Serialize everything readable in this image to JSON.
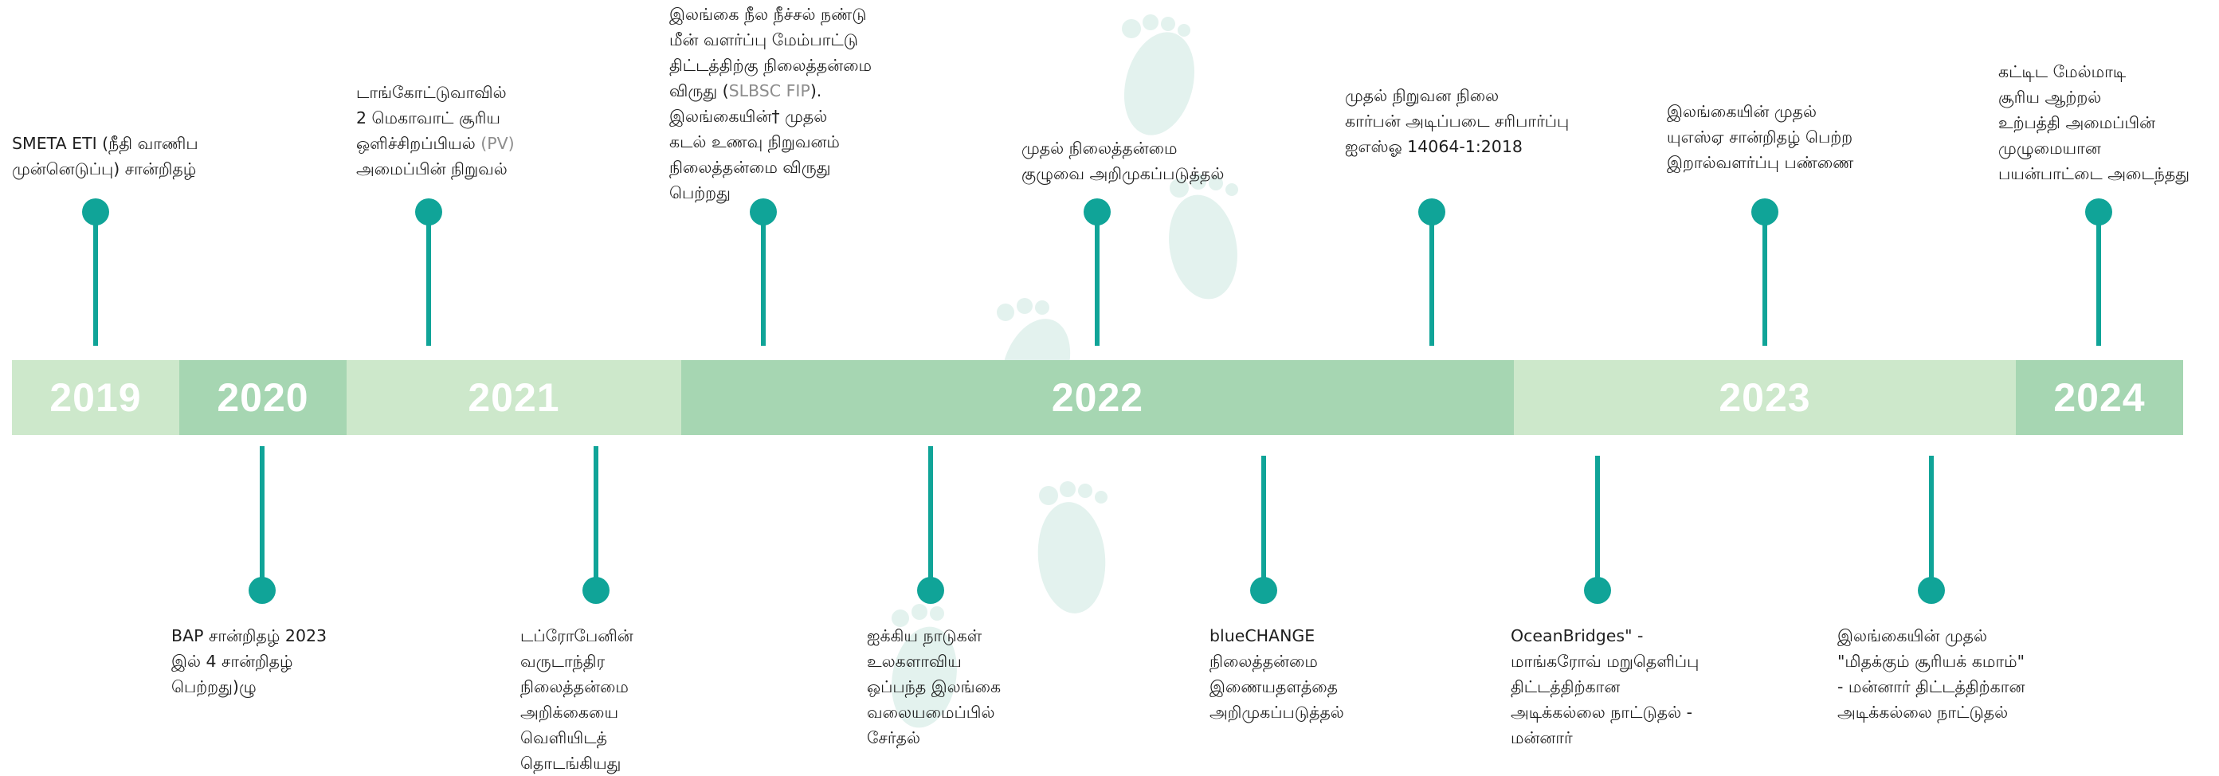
{
  "colors": {
    "accent": "#10a498",
    "band_light": "#cde8cb",
    "band_mid": "#a6d6b2",
    "footprint": "#e3f2ee"
  },
  "years": [
    "2019",
    "2020",
    "2021",
    "2022",
    "2023",
    "2024"
  ],
  "events": [
    {
      "lead": "SMETA  ETI  (நீதி  வாணிப\nமுன்னெடுப்பு) சான்றிதழ்"
    },
    {
      "lead": "BAP   சான்றிதழ்   2023\nஇல்       4       சான்றிதழ்\nபெற்றது)ழு"
    },
    {
      "lead": "டாங்கோட்டுவாவில்\n2 மெகாவாட் சூரிய\nஒளிச்சிறப்பியல் ",
      "hl": "(PV)",
      "tail": "\nஅமைப்பின் நிறுவல்"
    },
    {
      "lead": "டப்ரோபேனின்\nவருடாந்திர\nநிலைத்தன்மை\nஅறிக்கையை\nவெளியிடத்\nதொடங்கியது"
    },
    {
      "lead": "இலங்கை நீல நீச்சல் நண்டு\nமீன் வளர்ப்பு மேம்பாட்டு\nதிட்டத்திற்கு நிலைத்தன்மை\nவிருது (",
      "hl": "SLBSC FIP",
      "tail": ").\nஇலங்கையின்† முதல்\nகடல் உணவு நிறுவனம்\nநிலைத்தன்மை விருது\nபெற்றது"
    },
    {
      "lead": "ஐக்கிய நாடுகள்\nஉலகளாவிய\nஒப்பந்த இலங்கை\nவலையமைப்பில்\nசேர்தல்"
    },
    {
      "lead": "முதல் நிலைத்தன்மை\nகுழுவை அறிமுகப்படுத்தல்"
    },
    {
      "lead": "blueCHANGE\nநிலைத்தன்மை\nஇணையதளத்தை\nஅறிமுகப்படுத்தல்"
    },
    {
      "lead": "முதல் நிறுவன நிலை\nகார்பன் அடிப்படை சரிபார்ப்பு\nஐஎஸ்ஓ 14064-1:2018"
    },
    {
      "lead": "OceanBridges\" -\nமாங்கரோவ் மறுதெளிப்பு\nதிட்டத்திற்கான\nஅடிக்கல்லை நாட்டுதல் -\nமன்னார்"
    },
    {
      "lead": "இலங்கையின் முதல்\nயுஎஸ்ஏ சான்றிதழ் பெற்ற\nஇறால்வளர்ப்பு பண்ணை"
    },
    {
      "lead": "இலங்கையின் முதல்\n\"மிதக்கும் சூரியக் கமாம்\"\n- மன்னார் திட்டத்திற்கான\nஅடிக்கல்லை நாட்டுதல்"
    },
    {
      "lead": "கட்டிட மேல்மாடி\nசூரிய ஆற்றல்\nஉற்பத்தி அமைப்பின்\nமுழுமையான\nபயன்பாட்டை அடைந்தது"
    }
  ]
}
